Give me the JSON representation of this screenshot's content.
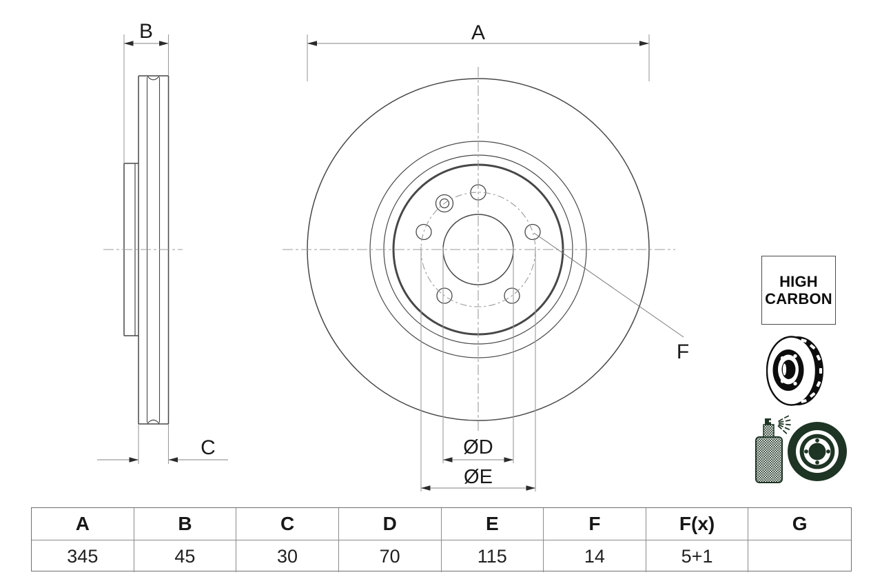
{
  "drawing": {
    "dim_labels": {
      "A": "A",
      "B": "B",
      "C": "C",
      "D": "ØD",
      "E": "ØE",
      "F": "F"
    }
  },
  "high_carbon_badge": {
    "line1": "HIGH",
    "line2": "CARBON"
  },
  "icons": {
    "vented_disc": "vented-brake-disc-icon",
    "spray_coating": "spray-coated-disc-icon"
  },
  "spec_table": {
    "headers": [
      "A",
      "B",
      "C",
      "D",
      "E",
      "F",
      "F(x)",
      "G"
    ],
    "values": [
      "345",
      "45",
      "30",
      "70",
      "115",
      "14",
      "5+1",
      ""
    ]
  },
  "colors": {
    "drawing_line": "#474747",
    "dimension_line": "#9b9b9b",
    "centerline": "#9b9b9b",
    "label_text": "#1a1a1a",
    "table_border": "#8a8a8a",
    "icon_black": "#0d0d0d",
    "icon_dark_green": "#1e3424"
  }
}
